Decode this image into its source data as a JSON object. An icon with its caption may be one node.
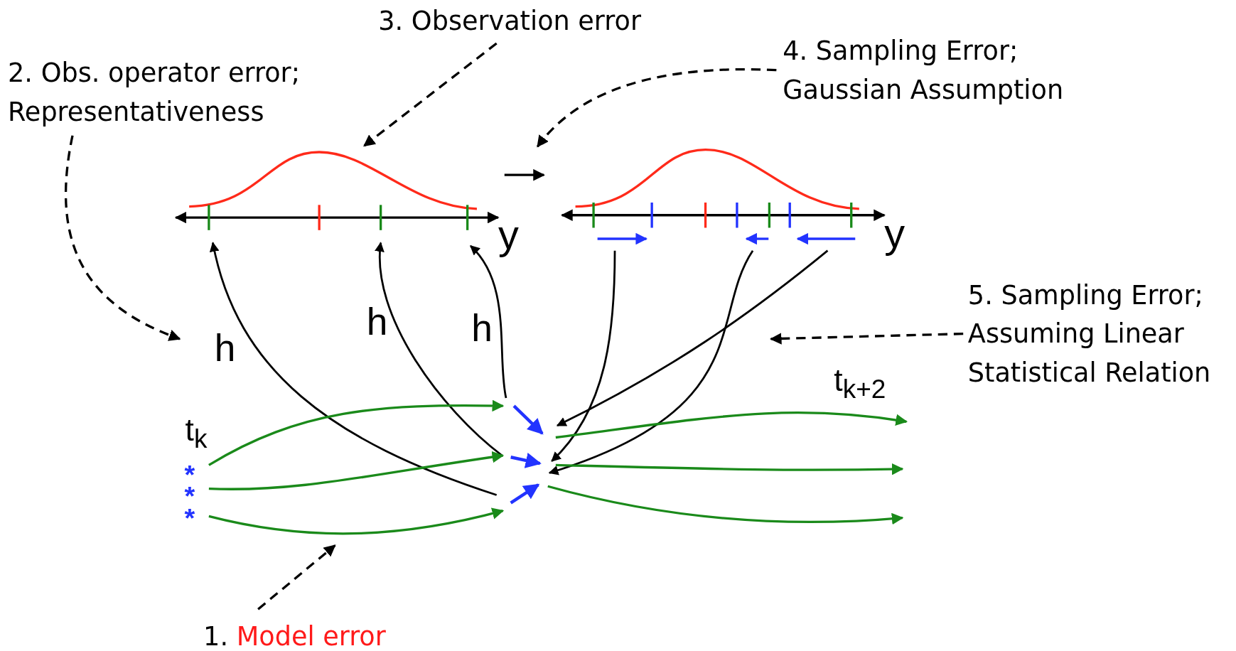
{
  "diagram": {
    "nodes": [
      {
        "text": [
          "2. Obs. operator error; Representativeness"
        ]
      },
      {
        "text": [
          "3. Observation error"
        ]
      },
      {
        "text": [
          "4. Sampling Error; Gaussian Assumption"
        ]
      },
      {
        "text": [
          "5. Sampling Error; Assuming Linear Statistical Relation"
        ]
      },
      {
        "text": [
          "1.",
          "Model error"
        ]
      }
    ],
    "edges": [
      {
        "from": 0,
        "to": null,
        "arrow": "to",
        "style": "dashed"
      },
      {
        "from": 1,
        "to": null,
        "arrow": "to",
        "style": "dashed"
      },
      {
        "from": 2,
        "to": null,
        "arrow": "to",
        "style": "dashed"
      },
      {
        "from": 3,
        "to": null,
        "arrow": "to",
        "style": "dashed"
      },
      {
        "from": 4,
        "to": null,
        "arrow": "to",
        "style": "dashed"
      }
    ],
    "labels": [
      "y",
      "y",
      "h",
      "h",
      "h",
      "t$_{k+2}$",
      "t$_{k}$",
      "*",
      "*",
      "*"
    ]
  }
}
